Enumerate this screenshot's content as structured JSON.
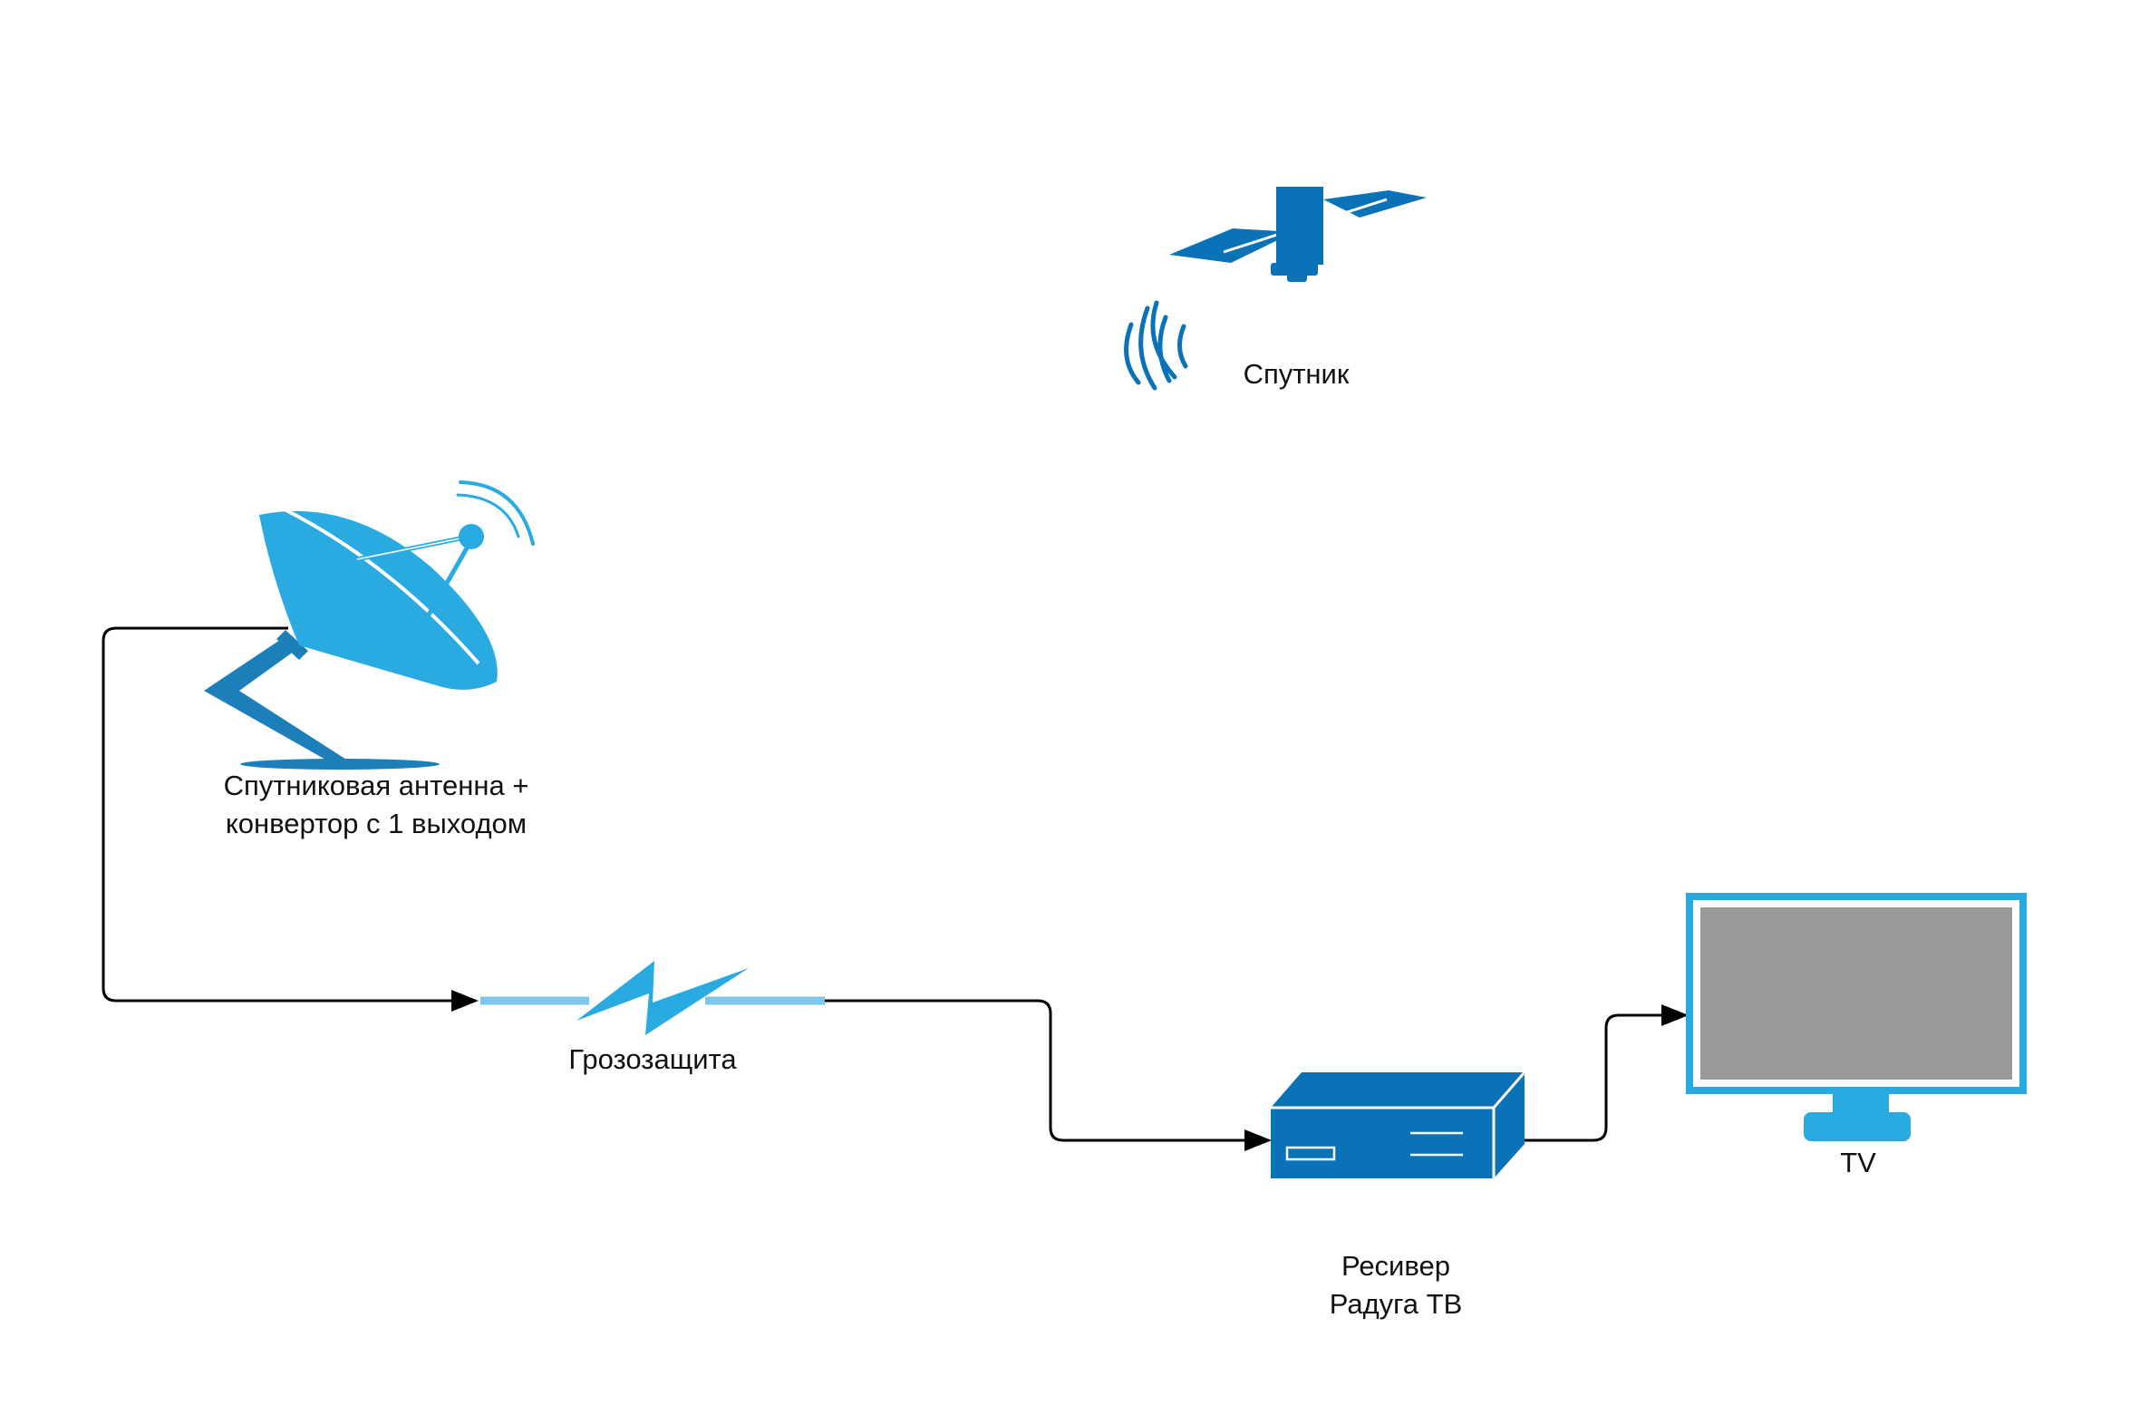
{
  "colors": {
    "primary_blue": "#29abe2",
    "dark_blue": "#0a72b6",
    "light_blue": "#7ec6ec",
    "screen_gray": "#999999",
    "wire": "#000000"
  },
  "nodes": {
    "satellite": {
      "label": "Спутник",
      "icon": "satellite-icon"
    },
    "antenna": {
      "label_line1": "Спутниковая антенна +",
      "label_line2": "конвертор с 1 выходом",
      "icon": "satellite-dish-icon"
    },
    "surge": {
      "label": "Грозозащита",
      "icon": "lightning-icon"
    },
    "receiver": {
      "label_line1": "Ресивер",
      "label_line2": "Радуга ТВ",
      "icon": "receiver-box-icon"
    },
    "tv": {
      "label": "TV",
      "icon": "monitor-icon"
    }
  }
}
